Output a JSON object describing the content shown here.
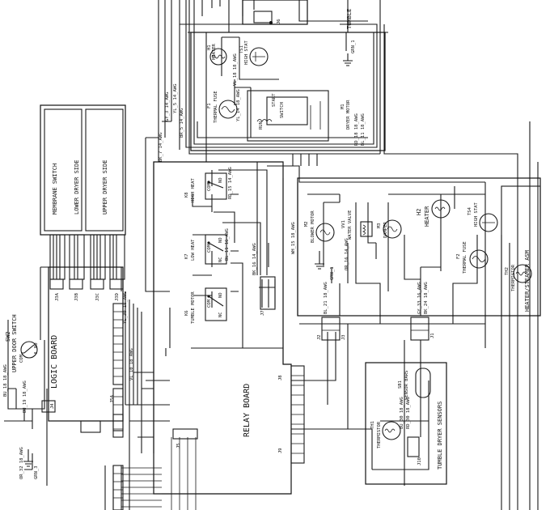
{
  "diagram": {
    "components": {
      "membrane_switch": "MEMBRANE SWITCH",
      "lower_dryer_side": "LOWER DRYER SIDE",
      "upper_dryer_side": "UPPER DRYER SIDE",
      "logic_board": "LOGIC BOARD",
      "relay_board": "RELAY BOARD",
      "upper_door_switch": "UPPER DOOR SWITCH",
      "upper_door_switch_ref": "SW2",
      "tumble": "TUMBLE",
      "h1_ref": "H1",
      "h1_name": "HEATER",
      "ts1_ref": "TS1",
      "ts1_name": "HIGH STAT",
      "f1_ref": "F1",
      "f1_name": "THERMAL FUSE",
      "m1_ref": "M1",
      "m1_name": "DRYER MOTOR",
      "m1_start": "START",
      "m1_switch": "SWITCH",
      "m1_run": "RUN",
      "k8_ref": "K8",
      "k8_name": "HIGH HEAT",
      "k7_ref": "K7",
      "k7_name": "LOW HEAT",
      "k6_ref": "K6",
      "k6_name": "TUMBLE MOTOR",
      "m2_ref": "M2",
      "m2_name": "BLOWER MOTOR",
      "vv1_ref": "VV1",
      "vv1_name": "WATER VALVE",
      "m3_ref": "M3",
      "m3_name": "DAMPER",
      "h2_ref": "H2",
      "h2_name": "HEATER",
      "ts4_ref": "TS4",
      "ts4_name": "HIGH STAT",
      "f2_ref": "F2",
      "f2_name": "THERMAL FUSE",
      "th2_ref": "TH2",
      "th2_name": "THERMISTOR",
      "heater_steamer_asm": "HEATER/STEAMER ASM",
      "sb1_ref": "SB1",
      "sb1_name": "SENSOR BARS",
      "th1_ref": "TH1",
      "th1_name": "THERMISTOR",
      "tumble_dryer_sensors": "TUMBLE DRYER SENSORS"
    },
    "connectors": [
      "J3A",
      "J3B",
      "J3C",
      "J3D",
      "J5A",
      "J4",
      "J2",
      "J3",
      "J1",
      "J7",
      "J8",
      "J9",
      "J5",
      "J6",
      "J10"
    ],
    "contact_labels": {
      "no": "NO",
      "com": "COM",
      "nc": "NC"
    },
    "wire_labels": {
      "w1": "BU_18 18_AWG",
      "w2": "BU_19 18_AWG",
      "w3": "GRN_3",
      "w4": "OR_32 18_AWG",
      "w5": "GY_3 14_AWG",
      "w6": "BK_7 14_AWG",
      "w7": "YL_5 14_AWG",
      "w8": "BR_5 14_AWG",
      "w9": "YL_14 18_AWG",
      "w10": "VL_18 18_AWG",
      "w11": "BL_11 18_AWG",
      "w12": "RD_18 18_AWG",
      "w13": "RD_15 14_AWG",
      "w14": "BL_11 16_AWG",
      "w15": "BK_16 14_AWG",
      "w16": "WH_15 18_AWG",
      "w17": "OR_16 14_AWG",
      "w18": "GRN_1",
      "w19": "BL_21 18_AWG",
      "w20": "GY_33 16_AWG",
      "w21": "BK_24 18_AWG",
      "w22": "BU_30 18_AWG",
      "w23": "RD_30 18_AWG",
      "w24": "YL_30 18_AWG",
      "w25": "VL_10 18_AWG",
      "w26": "GRN_1"
    }
  }
}
